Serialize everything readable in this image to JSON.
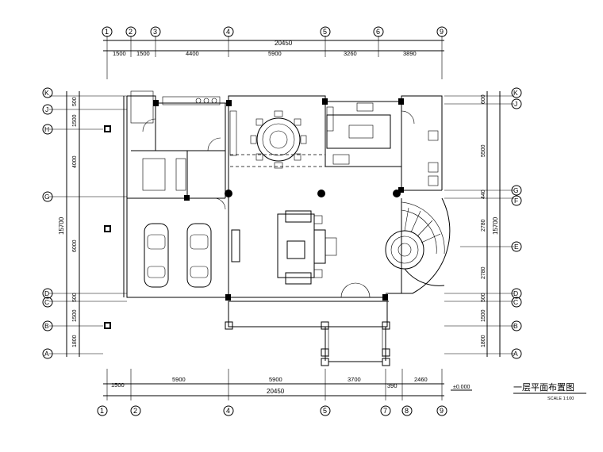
{
  "title": {
    "main": "一层平面布置图",
    "scale": "SCALE 1:100"
  },
  "level_mark": "±0.000",
  "top_axes": [
    "1",
    "2",
    "3",
    "4",
    "5",
    "6",
    "9"
  ],
  "bottom_axes": [
    "1",
    "2",
    "4",
    "5",
    "7",
    "8",
    "9"
  ],
  "left_axes": [
    "K",
    "J",
    "H",
    "G",
    "D",
    "C",
    "B",
    "A"
  ],
  "right_axes": [
    "K",
    "J",
    "G",
    "F",
    "E",
    "D",
    "C",
    "B",
    "A"
  ],
  "top_dims": {
    "total": "20450",
    "segments": [
      "1500",
      "1500",
      "4400",
      "5900",
      "3260",
      "3890"
    ]
  },
  "bottom_dims": {
    "total": "20450",
    "segments": [
      "1500",
      "5900",
      "5900",
      "3700",
      "390",
      "2460"
    ]
  },
  "left_dims": {
    "total": "15700",
    "segments": [
      "500",
      "1500",
      "4000",
      "6000",
      "500",
      "1500",
      "1800"
    ]
  },
  "right_dims": {
    "total": "15700",
    "segments": [
      "600",
      "5500",
      "440",
      "2780",
      "2780",
      "500",
      "1500",
      "1800"
    ]
  }
}
